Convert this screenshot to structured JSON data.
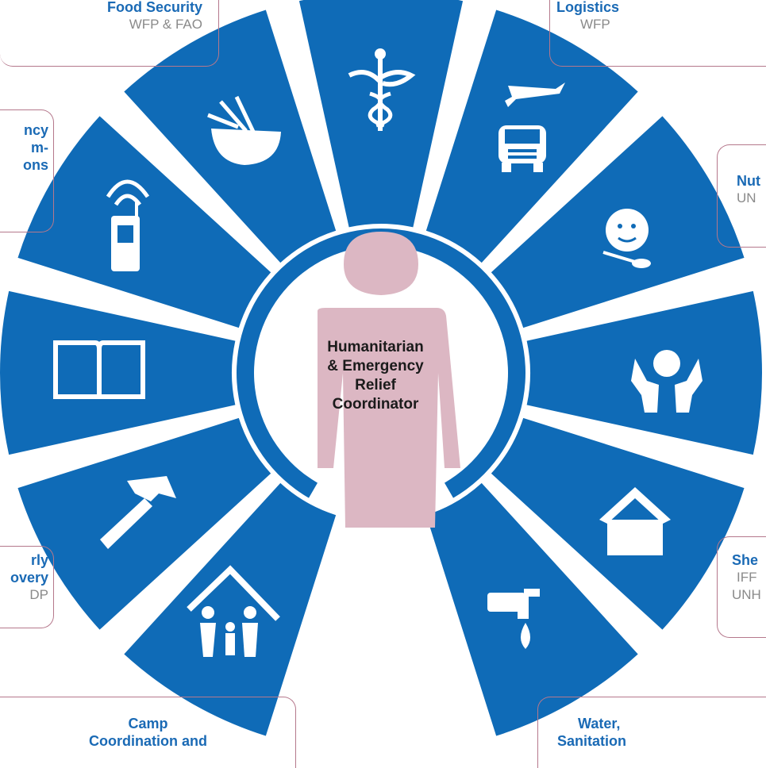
{
  "center_label": {
    "line1": "Humanitarian",
    "line2": "& Emergency",
    "line3": "Relief",
    "line4": "Coordinator"
  },
  "clusters": [
    {
      "title": "Food Security",
      "agencies": "WFP & FAO",
      "icon": "wheat-bowl-icon"
    },
    {
      "title": "Logistics",
      "agencies": "WFP",
      "icon": "plane-truck-icon"
    },
    {
      "title": "Nut",
      "agencies": "UN",
      "icon": "child-spoon-icon"
    },
    {
      "title": "ncy",
      "title_line2": "m-",
      "title_line3": "ons",
      "agencies": "",
      "icon": "mobile-phone-icon"
    },
    {
      "title": "rly",
      "title_line2": "overy",
      "agencies": "DP",
      "icon": "hammer-icon"
    },
    {
      "title": "She",
      "agencies": "IFF",
      "agencies_line2": "UNH",
      "icon": "house-icon"
    },
    {
      "title": "Camp",
      "title_line2": "Coordination and",
      "agencies": "",
      "icon": "family-shelter-icon"
    },
    {
      "title": "Water,",
      "title_line2": "Sanitation",
      "agencies": "",
      "icon": "water-tap-icon"
    }
  ],
  "wedge_icons": [
    "medical-caduceus-icon",
    "plane-truck-icon",
    "child-spoon-icon",
    "protection-hands-icon",
    "house-icon",
    "water-tap-icon",
    "family-shelter-icon",
    "hammer-icon",
    "book-icon",
    "mobile-phone-icon",
    "wheat-bowl-icon"
  ],
  "colors": {
    "wheel": "#0f6bb7",
    "person": "#dcb7c3",
    "callout_border": "#b5788c",
    "title": "#1a6ab5",
    "agency": "#8a8a8a"
  }
}
